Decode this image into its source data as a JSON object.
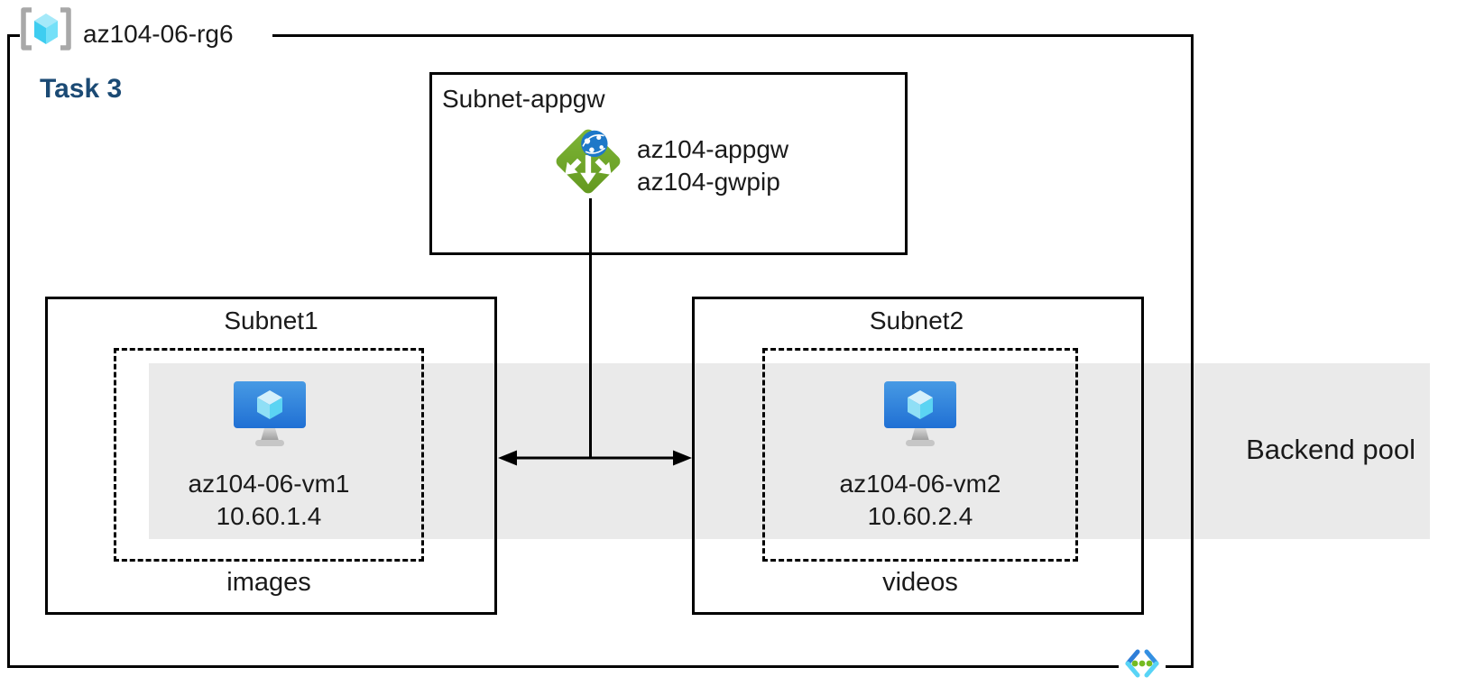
{
  "diagram": {
    "resource_group": {
      "name": "az104-06-rg6"
    },
    "task_label": "Task 3",
    "gateway_subnet": {
      "title": "Subnet-appgw",
      "gateway_name": "az104-appgw",
      "public_ip_name": "az104-gwpip"
    },
    "subnets": [
      {
        "title": "Subnet1",
        "vm_name": "az104-06-vm1",
        "vm_ip": "10.60.1.4",
        "container_label": "images"
      },
      {
        "title": "Subnet2",
        "vm_name": "az104-06-vm2",
        "vm_ip": "10.60.2.4",
        "container_label": "videos"
      }
    ],
    "backend_pool_label": "Backend pool"
  },
  "icons": {
    "resource_group_icon": "azure-resource-group",
    "application_gateway_icon": "azure-application-gateway",
    "virtual_machine_icon": "azure-virtual-machine",
    "virtual_network_icon": "azure-virtual-network"
  },
  "colors": {
    "task_label": "#1b4a74",
    "backend_pool_band": "#eaeaea",
    "border": "#000000",
    "gateway_green_light": "#7eb637",
    "gateway_green_dark": "#63981f",
    "globe_blue": "#1e78c8",
    "vm_blue_top": "#479ae4",
    "vm_blue_bottom": "#2070d4",
    "cube_cyan": "#50d8f4",
    "bracket_gray": "#a8a8a8",
    "vnet_dot_green": "#74ba22",
    "vnet_chevron_blue": "#2f7ed8",
    "vnet_chevron_cyan": "#58d4f6"
  }
}
